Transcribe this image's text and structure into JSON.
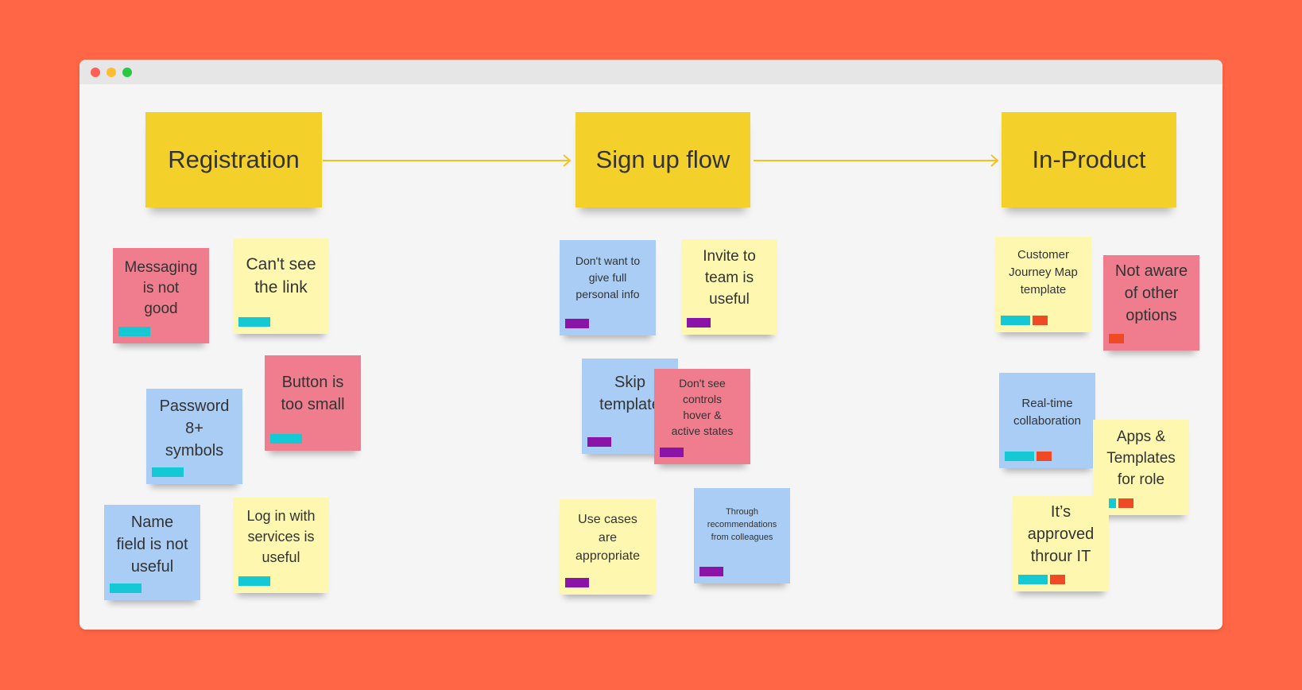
{
  "window": {
    "controls": [
      "close",
      "minimize",
      "zoom"
    ]
  },
  "colors": {
    "background": "#ff6645",
    "header_note": "#f4d12a",
    "yellow_note": "#fef7b0",
    "blue_note": "#a9cdf5",
    "red_note": "#f07d8d",
    "arrow": "#f4c21f",
    "tag_cyan": "#14c9d4",
    "tag_purple": "#8a13a8",
    "tag_orange": "#f04a24"
  },
  "headers": {
    "registration": "Registration",
    "signup": "Sign up flow",
    "inproduct": "In-Product"
  },
  "notes": {
    "messaging": "Messaging\nis not\ngood",
    "cant_see_link": "Can't see\nthe link",
    "button_small": "Button is\ntoo small",
    "password": "Password\n8+\nsymbols",
    "name_field": "Name\nfield is not\nuseful",
    "login_services": "Log in with\nservices is\nuseful",
    "personal_info": "Don't want to\ngive full\npersonal info",
    "invite_team": "Invite to\nteam is\nuseful",
    "skip_template": "Skip\ntemplate",
    "dont_see_controls": "Don't see\ncontrols\nhover &\nactive states",
    "use_cases": "Use cases\nare\nappropriate",
    "recommendations": "Through\nrecommendations\nfrom colleagues",
    "cjm_template": "Customer\nJourney Map\ntemplate",
    "not_aware": "Not aware\nof other\noptions",
    "realtime": "Real-time\ncollaboration",
    "apps_templates": "Apps  &\nTemplates\nfor role",
    "approved_it": "It’s\napproved\nthrour IT"
  }
}
